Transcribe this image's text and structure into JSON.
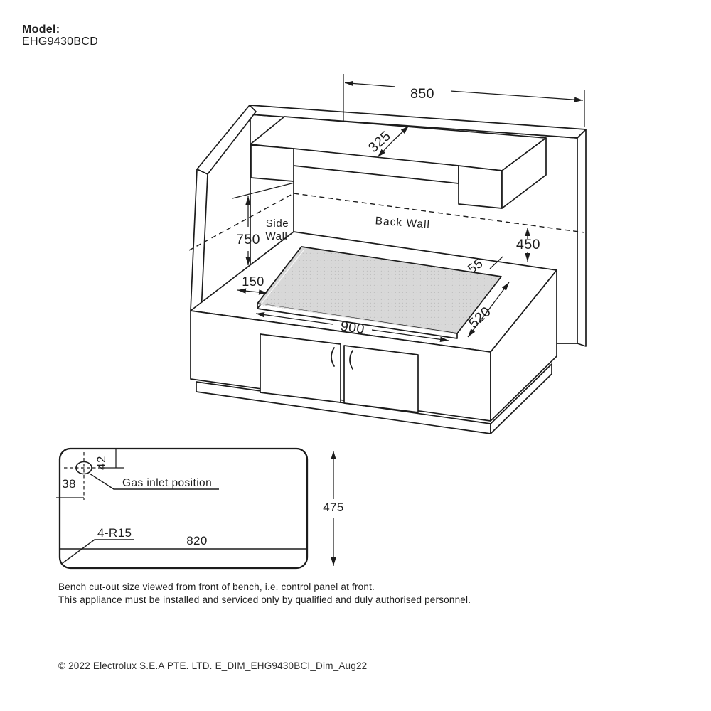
{
  "page": {
    "background": "#ffffff",
    "ink": "#1c1c1c",
    "hob_fill": "#d8d8d8"
  },
  "header": {
    "model_label": "Model:",
    "model_value": "EHG9430BCD"
  },
  "isometric": {
    "back_wall_label": "Back Wall",
    "side_wall_label_top": "Side",
    "side_wall_label_bottom": "Wall",
    "dims": {
      "hood_width": "850",
      "hood_depth": "325",
      "hood_clearance": "750",
      "back_wall_clearance": "450",
      "side_clearance": "150",
      "rear_gap": "55",
      "hob_depth": "520",
      "hob_width": "900"
    }
  },
  "cutout": {
    "gas_inlet_label": "Gas inlet position",
    "dims": {
      "inlet_offset_top": "42",
      "inlet_offset_left": "38",
      "corner_radius": "4-R15",
      "width": "820",
      "depth": "475"
    }
  },
  "notes": [
    "Bench cut-out size viewed from front of bench, i.e. control panel at front.",
    "This appliance must be installed and serviced only by qualified and duly authorised personnel."
  ],
  "footer": {
    "copyright": "© 2022 Electrolux S.E.A PTE. LTD. E_DIM_EHG9430BCI_Dim_Aug22"
  }
}
